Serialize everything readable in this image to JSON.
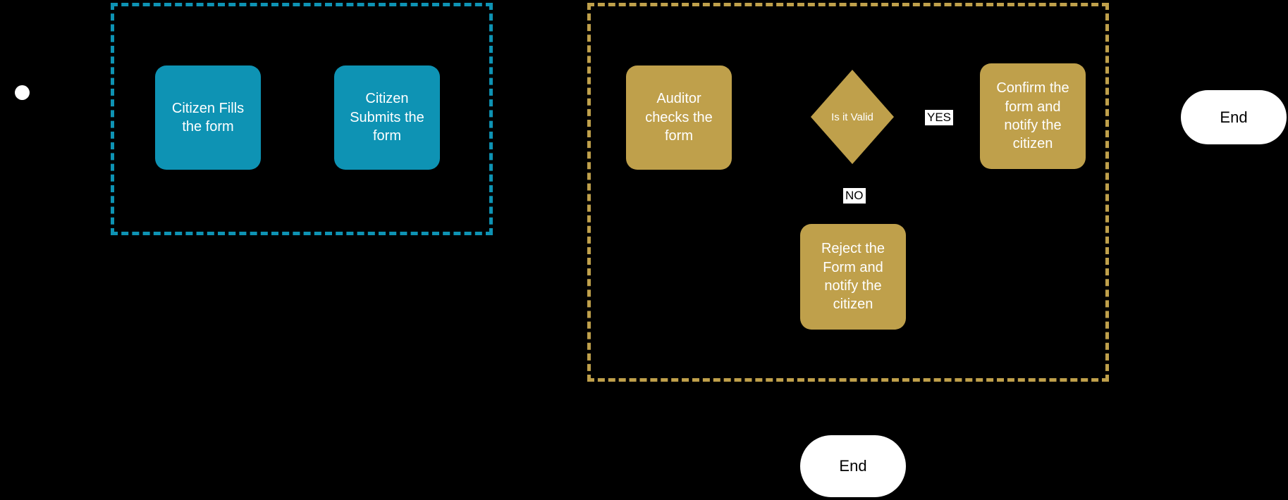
{
  "diagram": {
    "type": "flowchart",
    "background": "#000000",
    "start_node": {
      "shape": "circle",
      "color": "#FFFFFF"
    },
    "lanes": [
      {
        "id": "citizen-lane",
        "border_style": "dashed",
        "border_color": "#0E93B4",
        "nodes": [
          {
            "id": "citizen-fills",
            "shape": "rounded-rect",
            "color": "#0E93B4",
            "label": "Citizen Fills the form"
          },
          {
            "id": "citizen-submits",
            "shape": "rounded-rect",
            "color": "#0E93B4",
            "label": "Citizen Submits the form"
          }
        ]
      },
      {
        "id": "auditor-lane",
        "border_style": "dashed",
        "border_color": "#BFA04B",
        "nodes": [
          {
            "id": "auditor-checks",
            "shape": "rounded-rect",
            "color": "#BFA04B",
            "label": "Auditor checks the form"
          },
          {
            "id": "is-it-valid",
            "shape": "diamond",
            "color": "#BFA04B",
            "label": "Is it Valid"
          },
          {
            "id": "confirm-form",
            "shape": "rounded-rect",
            "color": "#BFA04B",
            "label": "Confirm the form and notify the citizen"
          },
          {
            "id": "reject-form",
            "shape": "rounded-rect",
            "color": "#BFA04B",
            "label": "Reject the Form and notify the citizen"
          }
        ]
      }
    ],
    "edge_labels": [
      {
        "id": "yes",
        "text": "YES"
      },
      {
        "id": "no",
        "text": "NO"
      }
    ],
    "end_nodes": [
      {
        "id": "end-right",
        "shape": "pill",
        "color": "#FFFFFF",
        "label": "End"
      },
      {
        "id": "end-bottom",
        "shape": "pill",
        "color": "#FFFFFF",
        "label": "End"
      }
    ]
  }
}
